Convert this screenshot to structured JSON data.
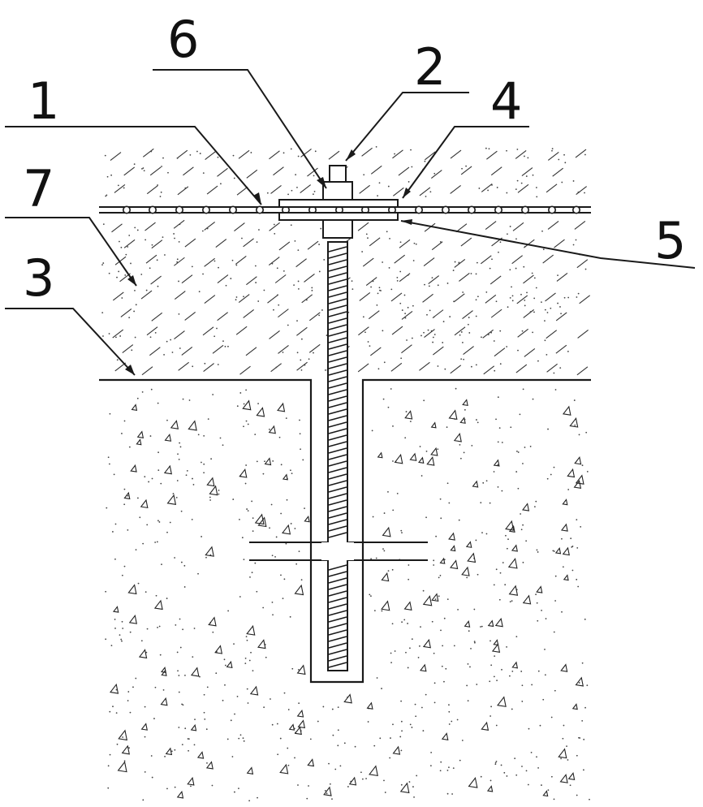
{
  "diagram": {
    "labels": {
      "l1": "1",
      "l2": "2",
      "l3": "3",
      "l4": "4",
      "l5": "5",
      "l6": "6",
      "l7": "7"
    },
    "colors": {
      "line": "#1a1a1a",
      "background": "#ffffff"
    }
  }
}
